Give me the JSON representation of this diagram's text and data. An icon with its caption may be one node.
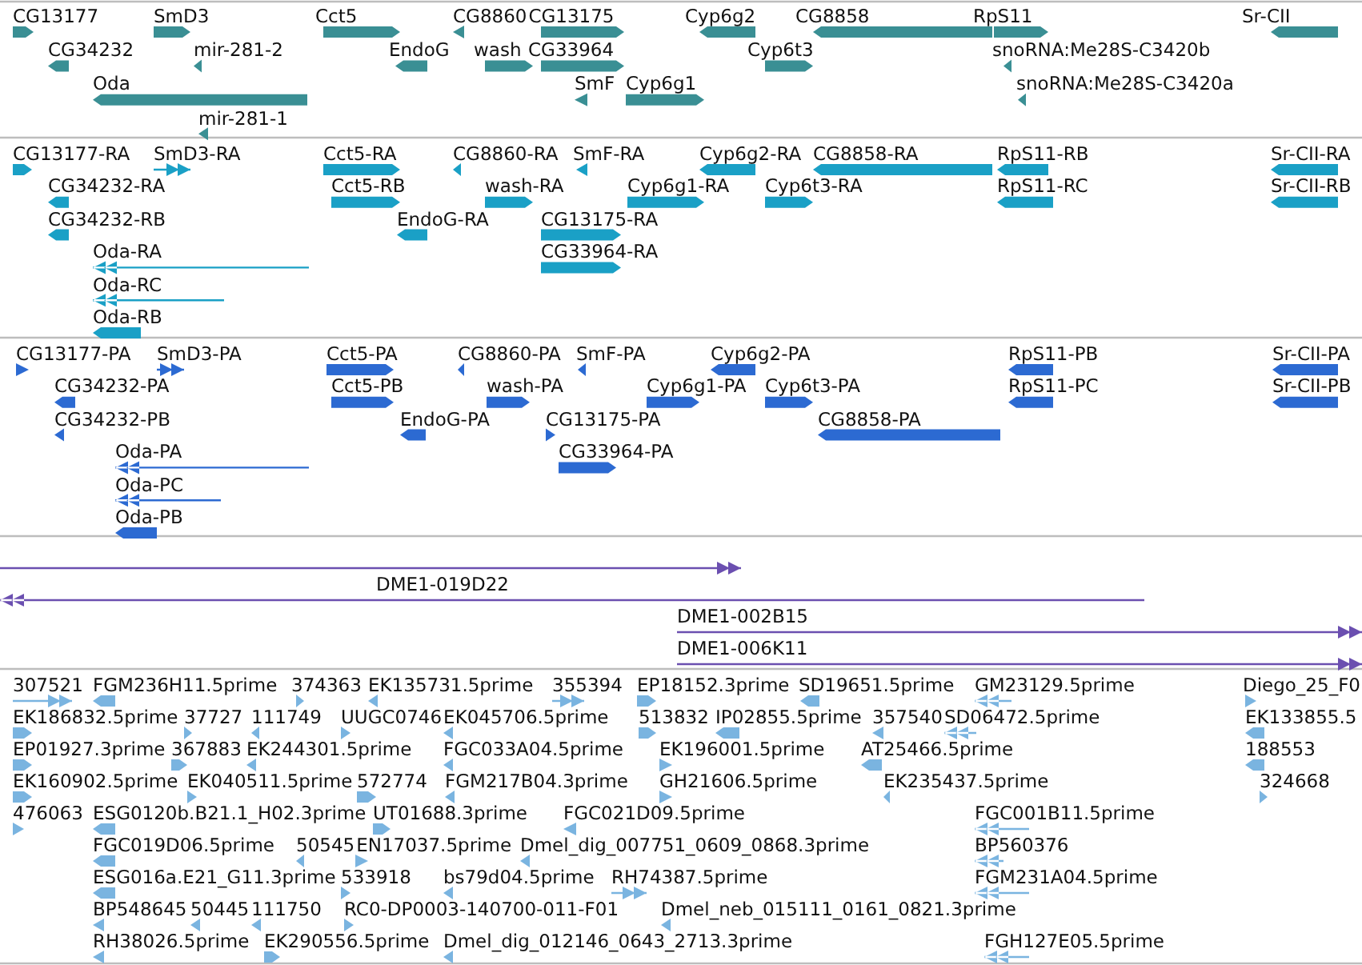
{
  "diagram": {
    "labels": [
      "CG13177",
      "SmD3",
      "Cct5",
      "CG8860",
      "CG13175",
      "Cyp6g2",
      "CG8858",
      "RpS11",
      "Sr-CII",
      "CG34232",
      "mir-281-2",
      "EndoG",
      "wash",
      "CG33964",
      "Cyp6t3",
      "snoRNA:Me28S-C3420b",
      "Oda",
      "SmF",
      "Cyp6g1",
      "snoRNA:Me28S-C3420a",
      "mir-281-1",
      "CG13177-RA",
      "SmD3-RA",
      "Cct5-RA",
      "CG8860-RA",
      "SmF-RA",
      "Cyp6g2-RA",
      "CG8858-RA",
      "RpS11-RB",
      "Sr-CII-RA",
      "CG34232-RA",
      "Cct5-RB",
      "wash-RA",
      "Cyp6g1-RA",
      "Cyp6t3-RA",
      "RpS11-RC",
      "Sr-CII-RB",
      "CG34232-RB",
      "EndoG-RA",
      "CG13175-RA",
      "Oda-RA",
      "CG33964-RA",
      "Oda-RC",
      "Oda-RB",
      "CG13177-PA",
      "SmD3-PA",
      "Cct5-PA",
      "CG8860-PA",
      "SmF-PA",
      "Cyp6g2-PA",
      "RpS11-PB",
      "Sr-CII-PA",
      "CG34232-PA",
      "Cct5-PB",
      "wash-PA",
      "Cyp6g1-PA",
      "Cyp6t3-PA",
      "RpS11-PC",
      "Sr-CII-PB",
      "CG34232-PB",
      "EndoG-PA",
      "CG13175-PA",
      "CG8858-PA",
      "Oda-PA",
      "CG33964-PA",
      "Oda-PC",
      "Oda-PB",
      "DME1-019D22",
      "DME1-002B15",
      "DME1-006K11",
      "307521",
      "FGM236H11.5prime",
      "374363",
      "EK135731.5prime",
      "355394",
      "EP18152.3prime",
      "SD19651.5prime",
      "GM23129.5prime",
      "Diego_25_F0",
      "EK186832.5prime",
      "37727",
      "111749",
      "UUGC0746",
      "EK045706.5prime",
      "513832",
      "IP02855.5prime",
      "357540",
      "SD06472.5prime",
      "EK133855.5",
      "EP01927.3prime",
      "367883",
      "EK244301.5prime",
      "FGC033A04.5prime",
      "EK196001.5prime",
      "AT25466.5prime",
      "188553",
      "EK160902.5prime",
      "EK040511.5prime",
      "572774",
      "FGM217B04.3prime",
      "GH21606.5prime",
      "EK235437.5prime",
      "324668",
      "476063",
      "ESG0120b.B21.1_H02.3prime",
      "UT01688.3prime",
      "FGC021D09.5prime",
      "FGC001B11.5prime",
      "FGC019D06.5prime",
      "50545",
      "EN17037.5prime",
      "Dmel_dig_007751_0609_0868.3prime",
      "BP560376",
      "ESG016a.E21_G11.3prime",
      "533918",
      "bs79d04.5prime",
      "RH74387.5prime",
      "FGM231A04.5prime",
      "BP548645",
      "50445",
      "111750",
      "RC0-DP0003-140700-011-F01",
      "Dmel_neb_015111_0161_0821.3prime",
      "RH38026.5prime",
      "EK290556.5prime",
      "Dmel_dig_012146_0643_2713.3prime",
      "FGH127E05.5prime"
    ]
  }
}
